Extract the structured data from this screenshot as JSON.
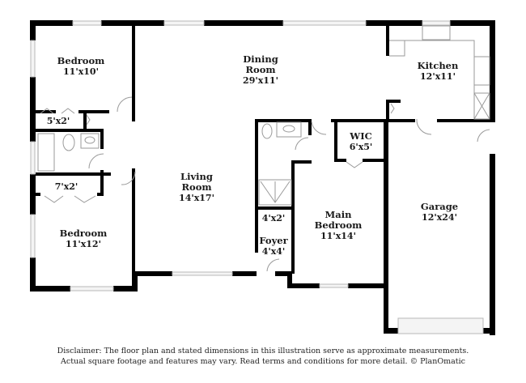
{
  "floorplan": {
    "rooms": [
      {
        "id": "bedroom-1",
        "name": "Bedroom",
        "size": "11'x10'"
      },
      {
        "id": "closet-1",
        "name": "",
        "size": "5'x2'"
      },
      {
        "id": "closet-2",
        "name": "",
        "size": "7'x2'"
      },
      {
        "id": "bedroom-2",
        "name": "Bedroom",
        "size": "11'x12'"
      },
      {
        "id": "dining-room",
        "name_line1": "Dining",
        "name_line2": "Room",
        "size": "29'x11'"
      },
      {
        "id": "kitchen",
        "name": "Kitchen",
        "size": "12'x11'"
      },
      {
        "id": "living-room",
        "name_line1": "Living",
        "name_line2": "Room",
        "size": "14'x17'"
      },
      {
        "id": "wic",
        "name": "WIC",
        "size": "6'x5'"
      },
      {
        "id": "main-bedroom",
        "name_line1": "Main",
        "name_line2": "Bedroom",
        "size": "11'x14'"
      },
      {
        "id": "closet-3",
        "name": "",
        "size": "4'x2'"
      },
      {
        "id": "foyer",
        "name": "Foyer",
        "size": "4'x4'"
      },
      {
        "id": "garage",
        "name": "Garage",
        "size": "12'x24'"
      }
    ],
    "colors": {
      "wall": "#000000",
      "window": "#bdbdbd",
      "fixture": "#9a9a9a",
      "background": "#ffffff"
    }
  },
  "disclaimer": {
    "line1": "Disclaimer: The floor plan and stated dimensions in this illustration serve as approximate measurements.",
    "line2": "Actual square footage and features may vary. Read terms and conditions for more detail. © PlanOmatic"
  }
}
